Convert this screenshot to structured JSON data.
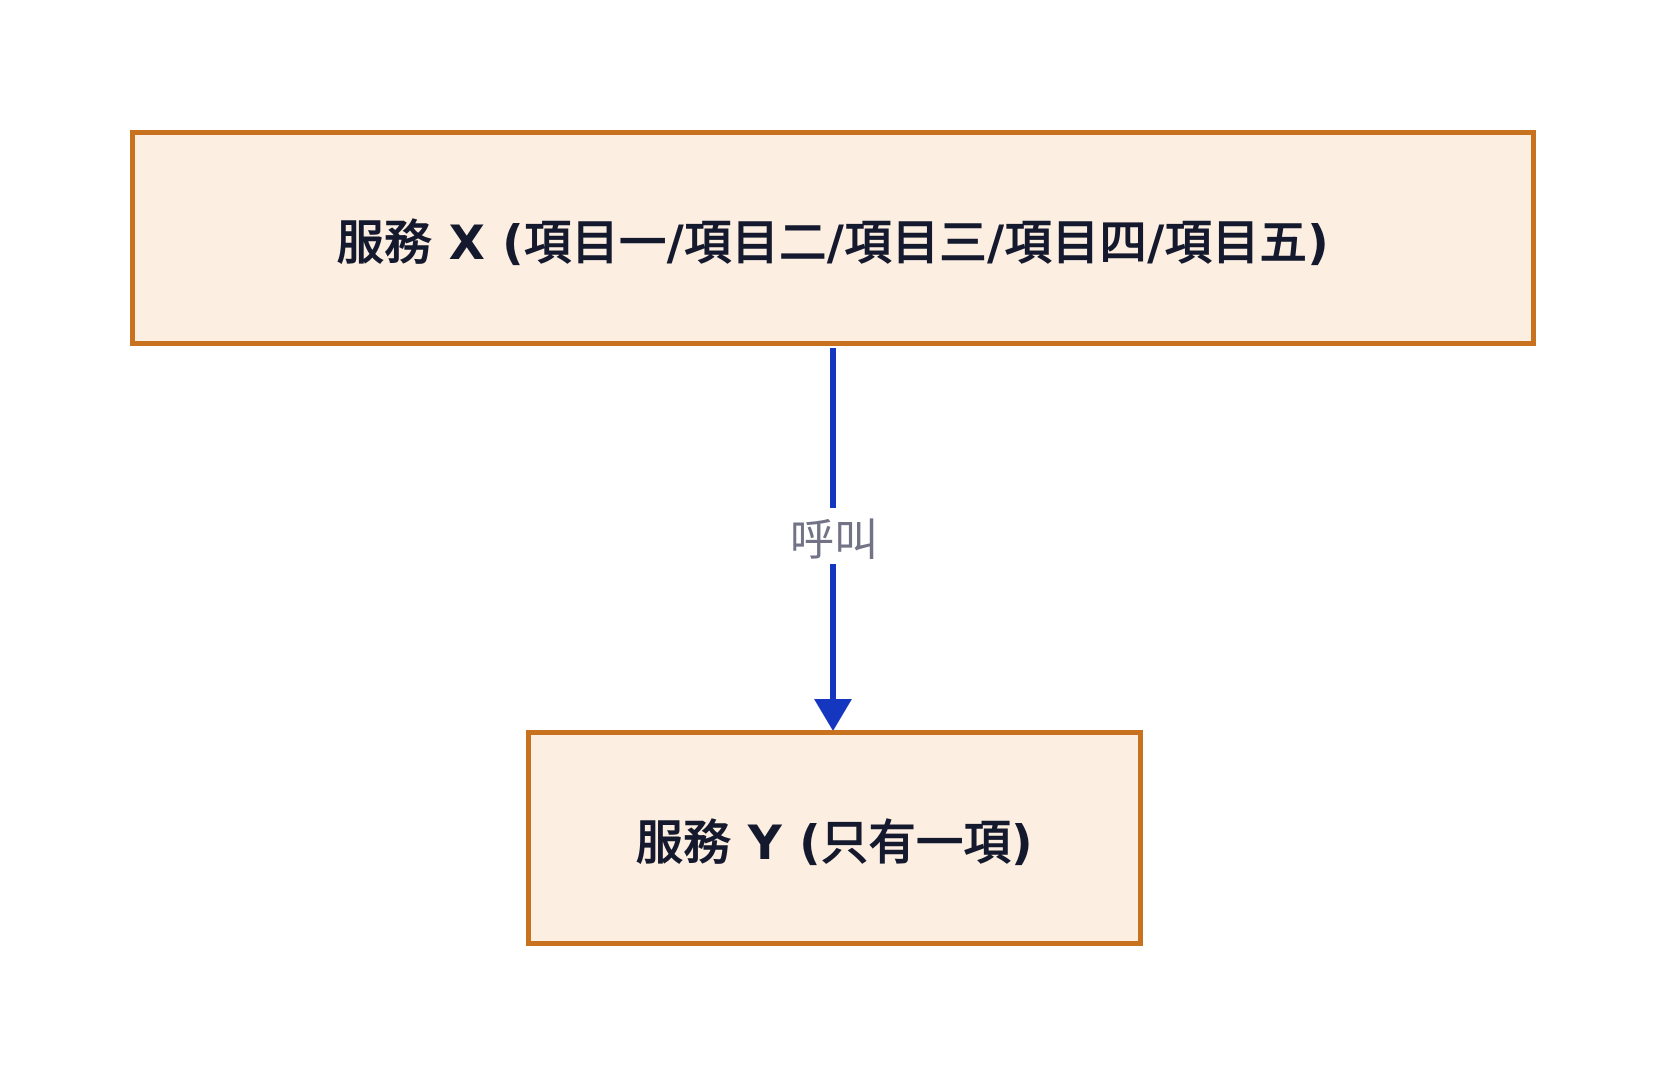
{
  "diagram": {
    "nodes": [
      {
        "id": "service-x",
        "label": "服務 X (項目一/項目二/項目三/項目四/項目五)"
      },
      {
        "id": "service-y",
        "label": "服務 Y (只有一項)"
      }
    ],
    "edges": [
      {
        "from": "service-x",
        "to": "service-y",
        "label": "呼叫"
      }
    ]
  },
  "colors": {
    "node_fill": "#fcefe2",
    "node_border": "#c8711f",
    "node_text": "#15192e",
    "edge_line": "#1537c0",
    "edge_label_text": "#737387",
    "background": "#ffffff"
  }
}
